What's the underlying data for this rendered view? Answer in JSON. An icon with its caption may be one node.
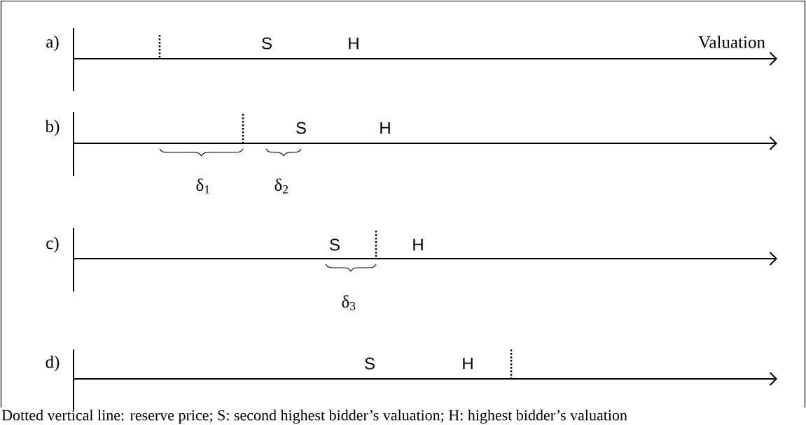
{
  "diagram": {
    "caption": "Dotted vertical line: reserve price; S: second highest bidder’s valuation; H: highest bidder’s valuation",
    "labels": [
      "a)",
      "S",
      "H",
      "Valuation",
      "b)",
      "S",
      "H",
      "δ$_{1}$",
      "δ$_{2}$",
      "c)",
      "S",
      "H",
      "δ$_{3}$",
      "d)",
      "S",
      "H"
    ]
  }
}
